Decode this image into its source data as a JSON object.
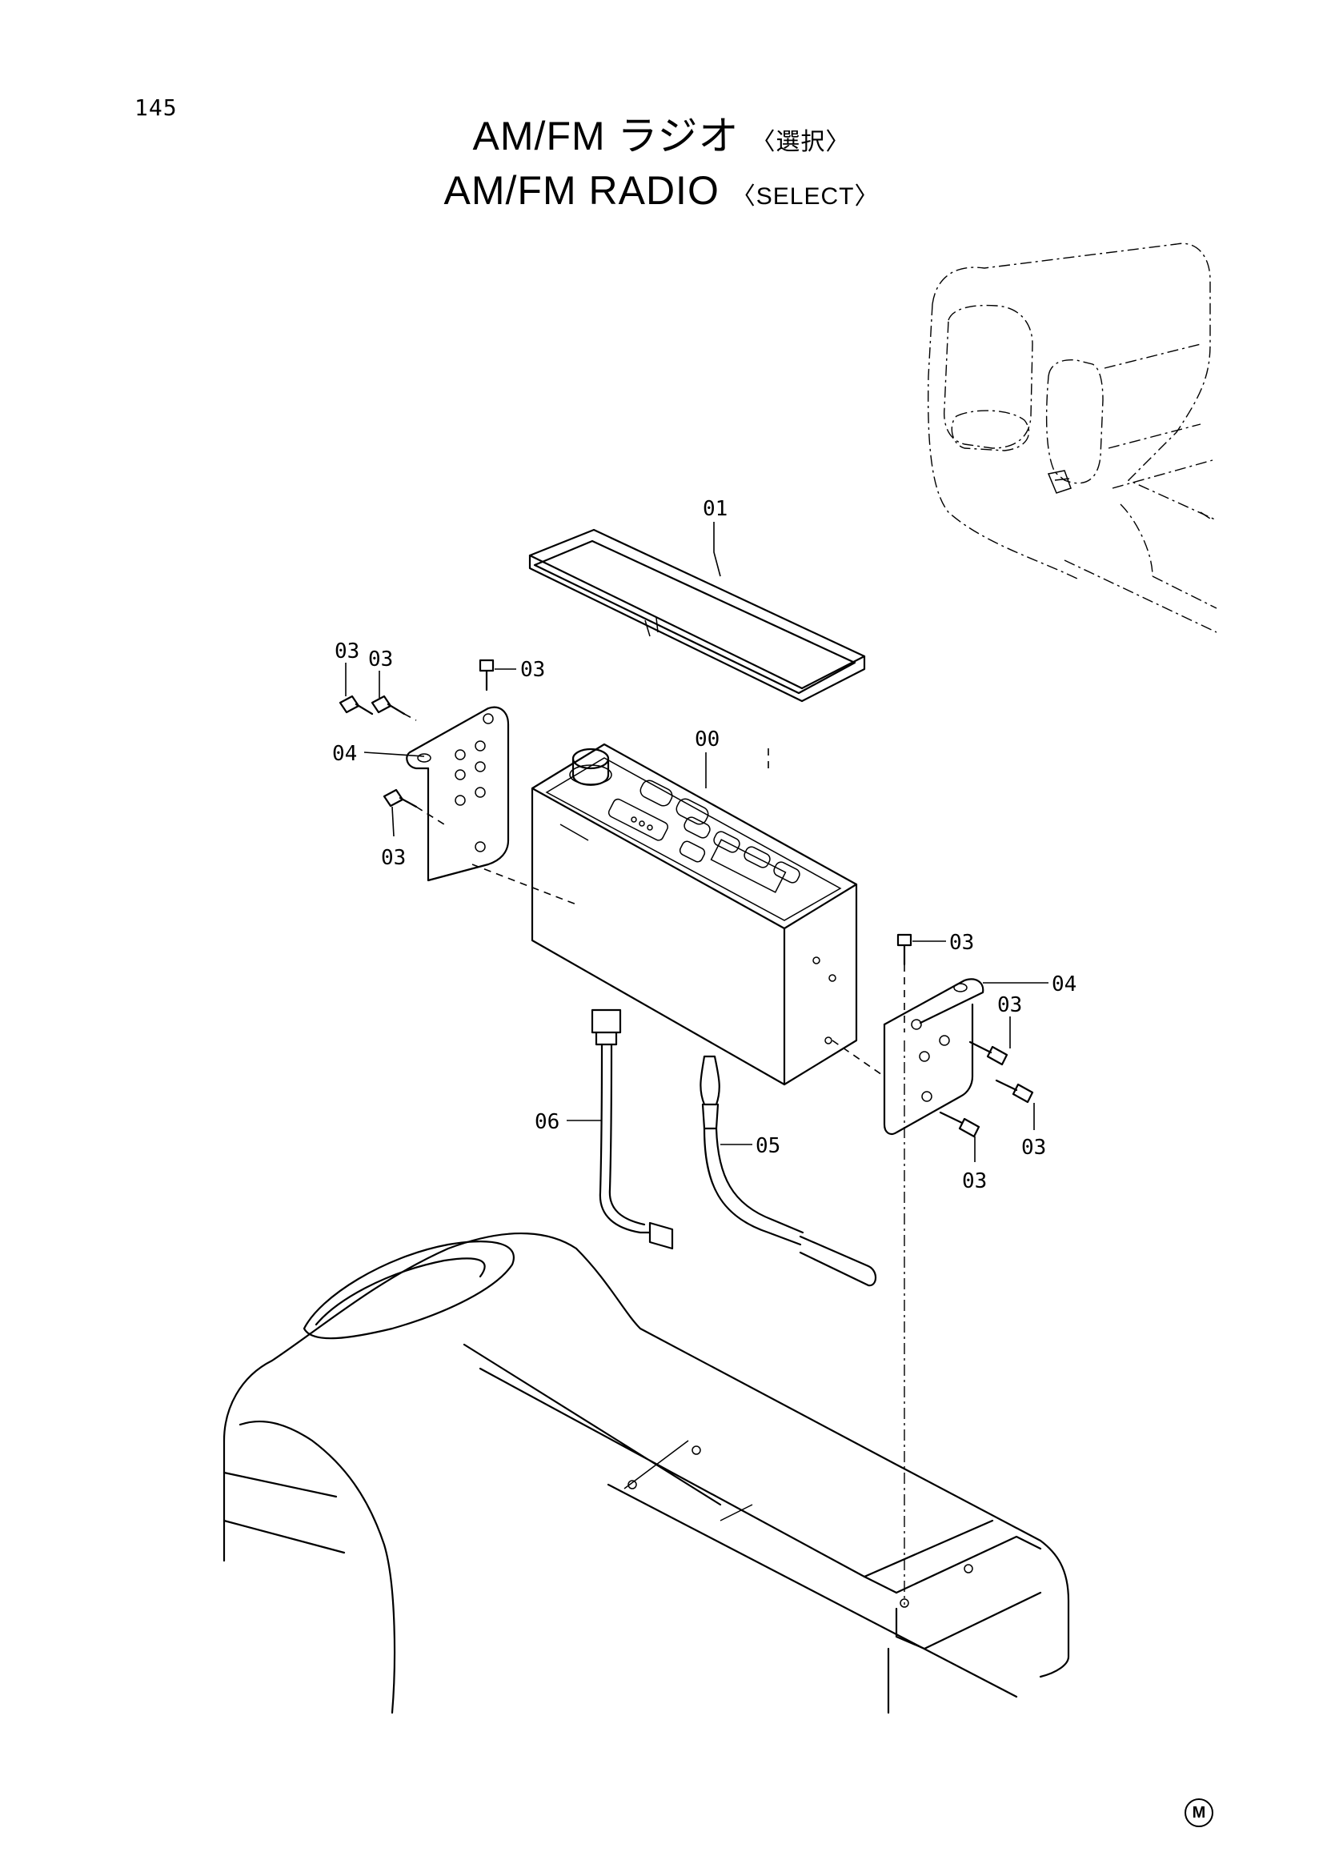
{
  "page_number": "145",
  "title": {
    "jp_main": "AM/FM ラジオ",
    "jp_note": "〈選択〉",
    "en_main": "AM/FM RADIO",
    "en_note": "〈SELECT〉"
  },
  "callouts": {
    "radio": "00",
    "gasket": "01",
    "screw_1": "03",
    "screw_2": "03",
    "screw_3": "03",
    "bracket_left": "04",
    "screw_4": "03",
    "screw_5": "03",
    "bracket_right": "04",
    "screw_6": "03",
    "screw_7": "03",
    "screw_8": "03",
    "antenna_cable": "05",
    "harness": "06"
  },
  "corner_mark": "M"
}
